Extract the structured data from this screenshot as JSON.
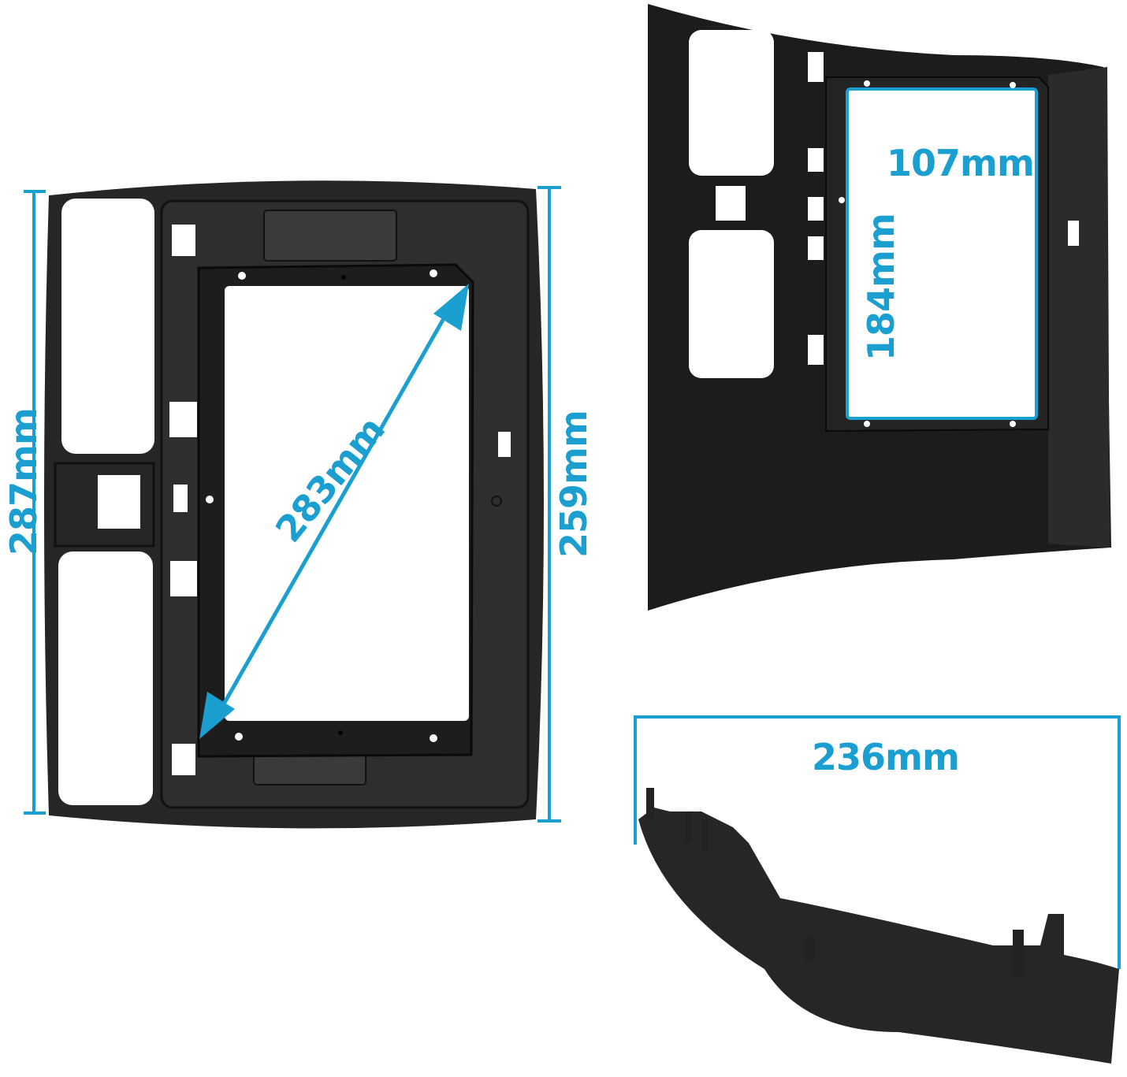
{
  "figure": {
    "subject": "Car stereo dashboard fascia frame",
    "accent_color": "#1a9fd0",
    "frame_color": "#1e1e1e"
  },
  "panels": {
    "front_view": {
      "height_label": "287mm",
      "inner_height_label": "259mm",
      "diagonal_label": "283mm"
    },
    "rear_view": {
      "opening_width_label": "107mm",
      "opening_height_label": "184mm"
    },
    "side_view": {
      "depth_label": "236mm"
    }
  }
}
